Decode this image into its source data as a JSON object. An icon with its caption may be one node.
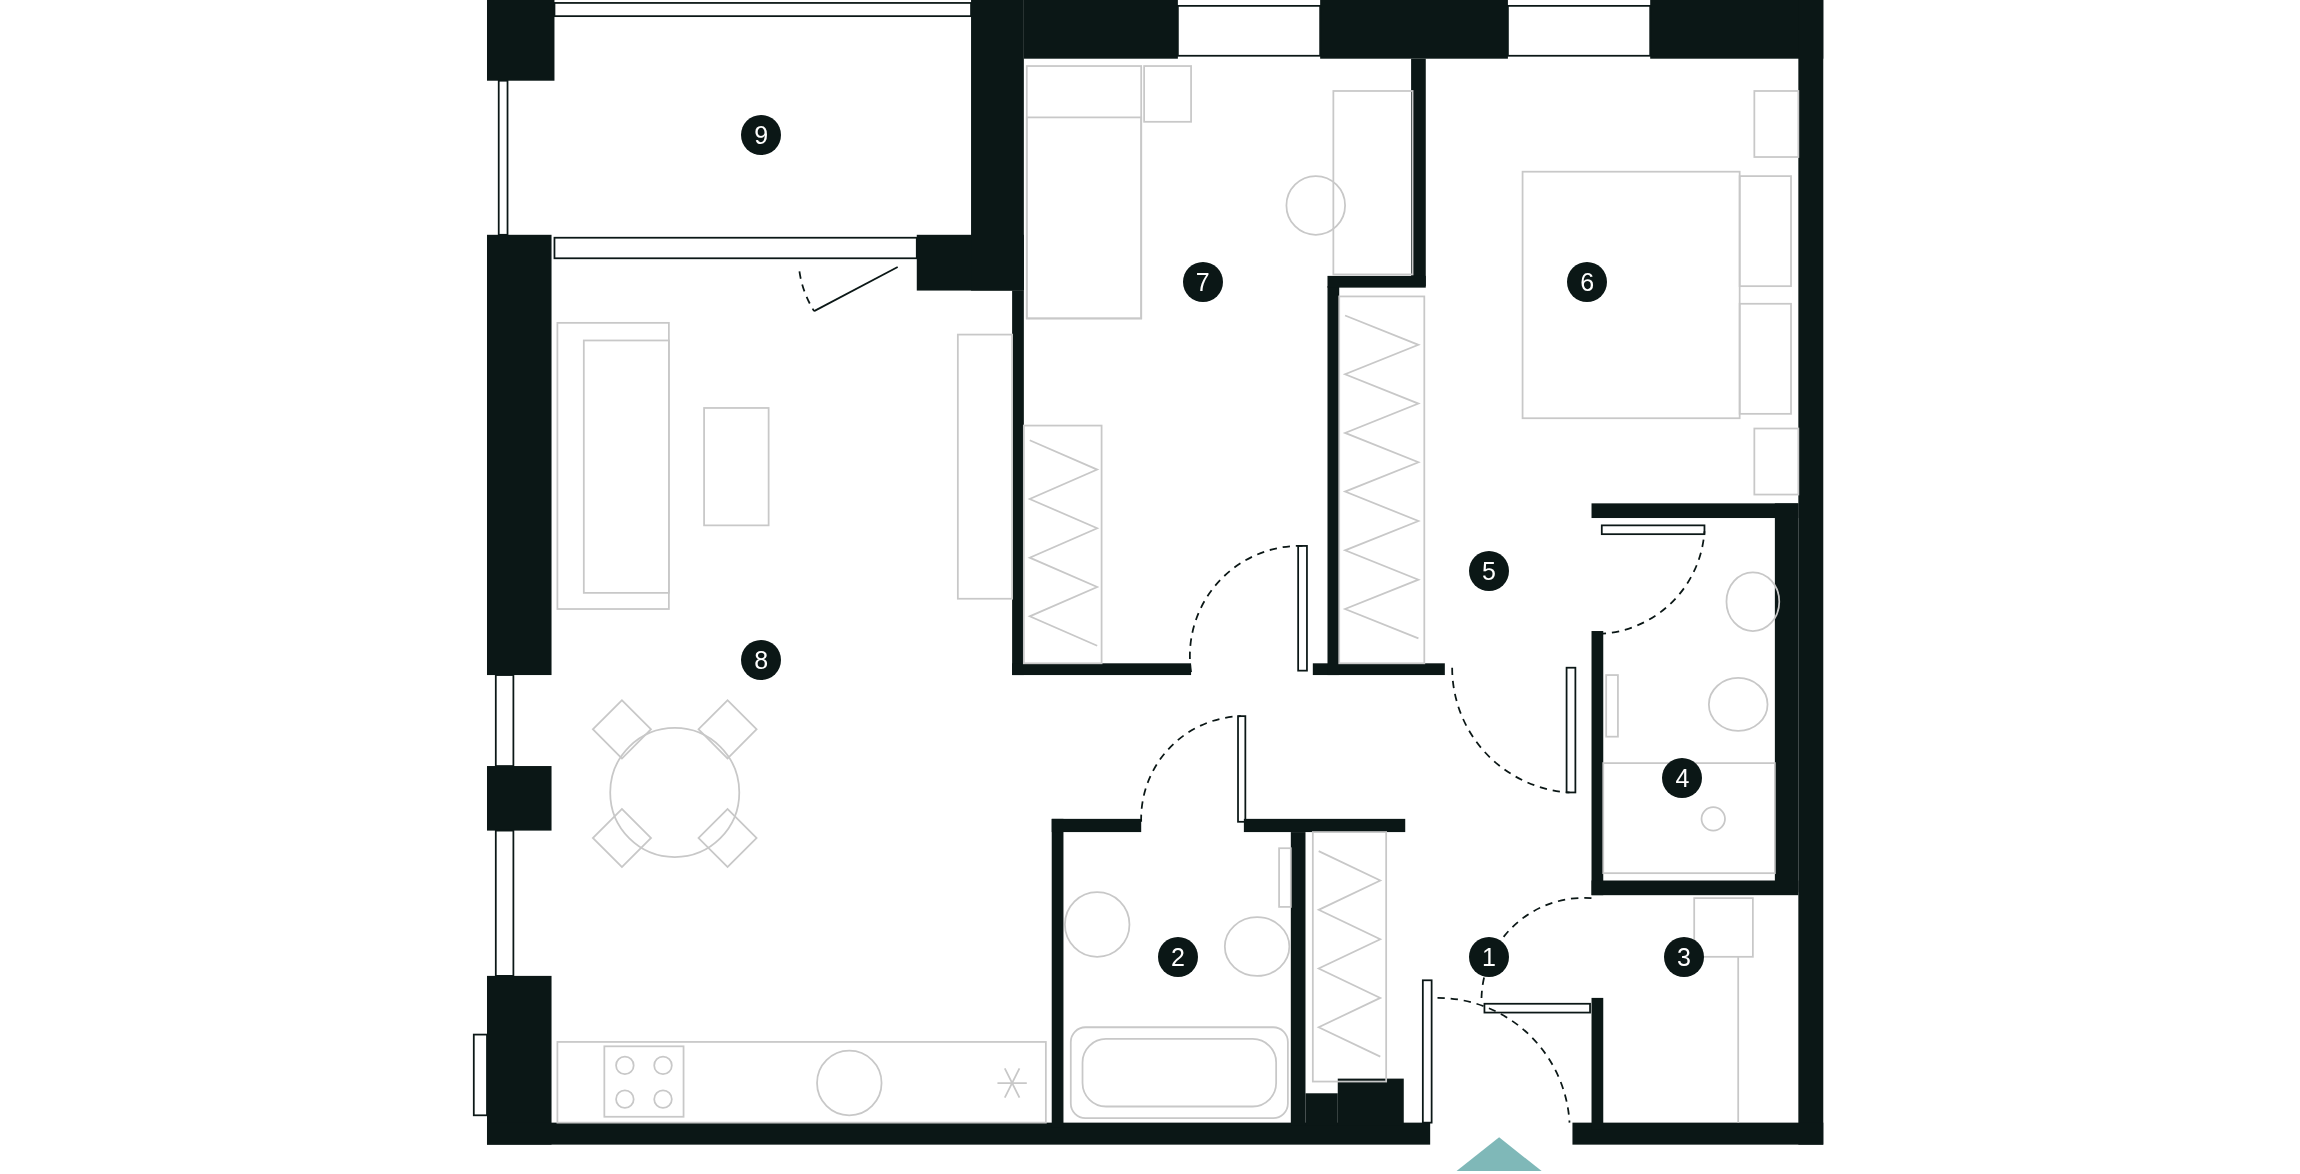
{
  "diagram": {
    "labels": [
      "9",
      "7",
      "6",
      "5",
      "8",
      "4",
      "2",
      "1",
      "3"
    ]
  }
}
